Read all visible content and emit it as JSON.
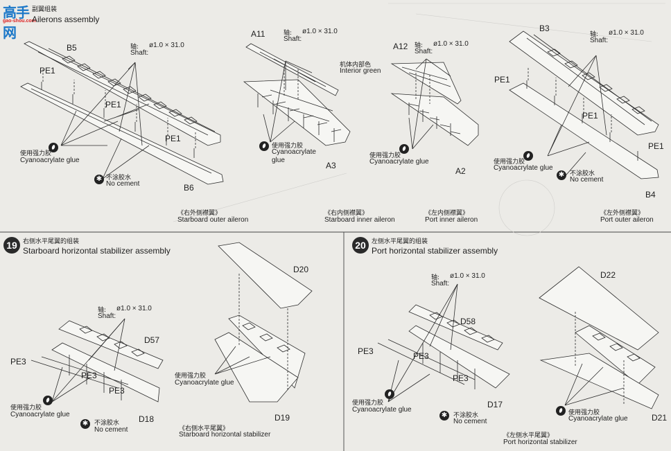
{
  "watermark": {
    "main": "高手网",
    "sub": "gao-shou.com"
  },
  "header": {
    "cn": "副翼组装",
    "en": "Ailerons assembly"
  },
  "shaft": {
    "cn": "轴:",
    "en": "Shaft:",
    "spec": "ø1.0 × 31.0"
  },
  "glue": {
    "cn": "使用强力胶",
    "en1": "Cyanoacrylate",
    "en2": "glue",
    "en": "Cyanoacrylate glue"
  },
  "nocement": {
    "cn": "不涂胶水",
    "en": "No cement"
  },
  "interior": {
    "cn": "机体内部色",
    "en": "Interior green"
  },
  "parts": {
    "b5": "B5",
    "b6": "B6",
    "b3": "B3",
    "b4": "B4",
    "a11": "A11",
    "a3": "A3",
    "a12": "A12",
    "a2": "A2",
    "pe1": "PE1",
    "pe3": "PE3",
    "d20": "D20",
    "d57": "D57",
    "d18": "D18",
    "d19": "D19",
    "d22": "D22",
    "d58": "D58",
    "d17": "D17",
    "d21": "D21"
  },
  "captions": {
    "starboard_outer": {
      "cn": "《右外侧襟翼》",
      "en": "Starboard outer aileron"
    },
    "starboard_inner": {
      "cn": "《右内侧襟翼》",
      "en": "Starboard inner aileron"
    },
    "port_inner": {
      "cn": "《左内侧襟翼》",
      "en": "Port inner aileron"
    },
    "port_outer": {
      "cn": "《左外侧襟翼》",
      "en": "Port outer aileron"
    },
    "starboard_stab": {
      "cn": "《右侧水平尾翼》",
      "en": "Starboard horizontal stabilizer"
    },
    "port_stab": {
      "cn": "《左侧水平尾翼》",
      "en": "Port horizontal stabilizer"
    }
  },
  "step19": {
    "num": "19",
    "cn": "右侧水平尾翼的组装",
    "en": "Starboard horizontal stabilizer assembly"
  },
  "step20": {
    "num": "20",
    "cn": "左侧水平尾翼的组装",
    "en": "Port horizontal stabilizer assembly"
  }
}
